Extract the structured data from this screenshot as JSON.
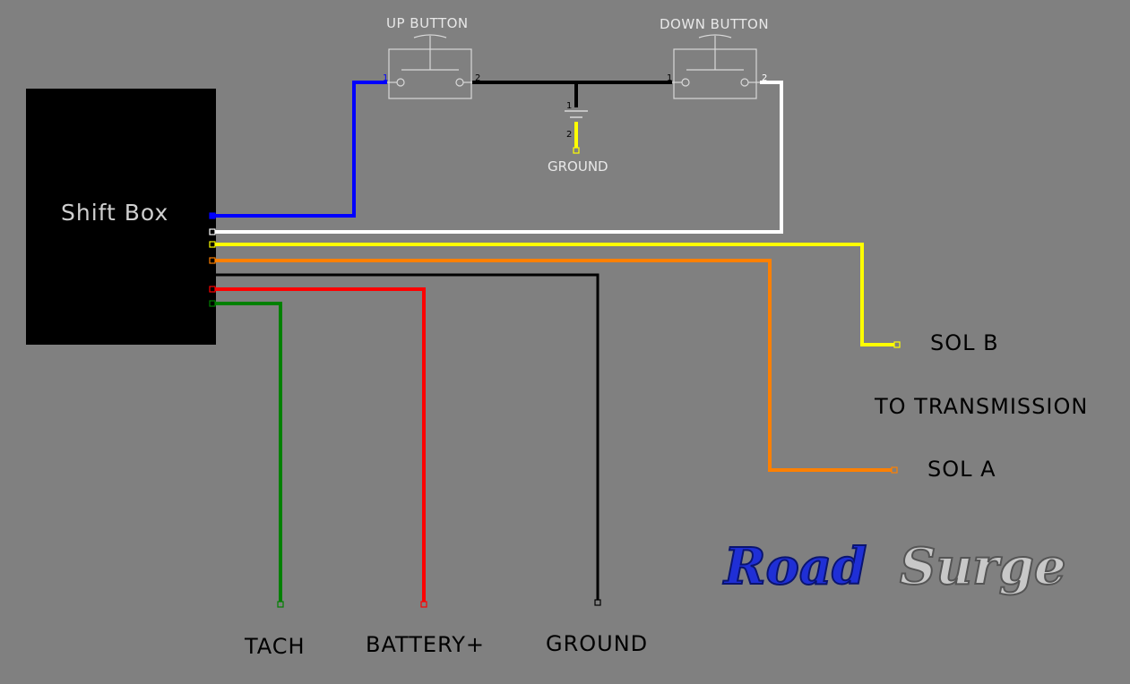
{
  "shift_box": {
    "label": "Shift Box"
  },
  "buttons": {
    "up": {
      "label": "UP BUTTON",
      "pin1": "1",
      "pin2": "2"
    },
    "down": {
      "label": "DOWN BUTTON",
      "pin1": "1",
      "pin2": "2"
    }
  },
  "button_ground": {
    "label": "GROUND",
    "pin1": "1",
    "pin2": "2"
  },
  "outputs": {
    "sol_b": "SOL B",
    "transmission": "TO TRANSMISSION",
    "sol_a": "SOL A",
    "tach": "TACH",
    "battery": "BATTERY+",
    "ground": "GROUND"
  },
  "logo": {
    "part1": "Road",
    "part2": "Surge"
  },
  "wire_colors": {
    "blue": "#0000ff",
    "white": "#ffffff",
    "yellow": "#ffff00",
    "orange": "#ff8000",
    "black": "#000000",
    "red": "#ff0000",
    "green": "#008000"
  }
}
